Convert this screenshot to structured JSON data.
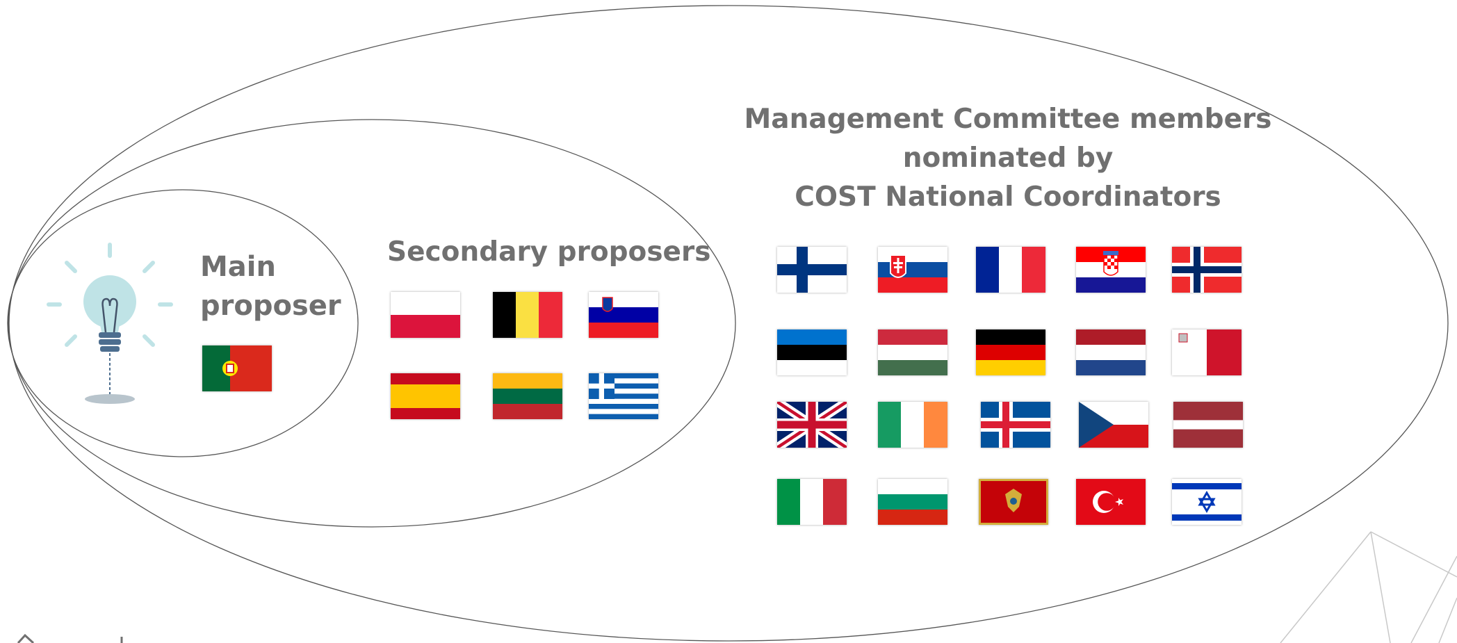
{
  "main_proposer": {
    "title_line1": "Main",
    "title_line2": "proposer",
    "flags": [
      {
        "country": "Portugal",
        "icon": "portugal-flag-icon"
      }
    ]
  },
  "secondary_proposers": {
    "title": "Secondary proposers",
    "flags": [
      {
        "country": "Poland",
        "icon": "poland-flag-icon"
      },
      {
        "country": "Belgium",
        "icon": "belgium-flag-icon"
      },
      {
        "country": "Slovenia",
        "icon": "slovenia-flag-icon"
      },
      {
        "country": "Spain",
        "icon": "spain-flag-icon"
      },
      {
        "country": "Lithuania",
        "icon": "lithuania-flag-icon"
      },
      {
        "country": "Greece",
        "icon": "greece-flag-icon"
      }
    ]
  },
  "management_committee": {
    "title_line1": "Management Committee members",
    "title_line2": "nominated by",
    "title_line3": "COST National Coordinators",
    "flags": [
      {
        "country": "Finland",
        "icon": "finland-flag-icon"
      },
      {
        "country": "Slovakia",
        "icon": "slovakia-flag-icon"
      },
      {
        "country": "France",
        "icon": "france-flag-icon"
      },
      {
        "country": "Croatia",
        "icon": "croatia-flag-icon"
      },
      {
        "country": "Norway",
        "icon": "norway-flag-icon"
      },
      {
        "country": "Estonia",
        "icon": "estonia-flag-icon"
      },
      {
        "country": "Hungary",
        "icon": "hungary-flag-icon"
      },
      {
        "country": "Germany",
        "icon": "germany-flag-icon"
      },
      {
        "country": "Netherlands",
        "icon": "netherlands-flag-icon"
      },
      {
        "country": "Malta",
        "icon": "malta-flag-icon"
      },
      {
        "country": "United Kingdom",
        "icon": "united-kingdom-flag-icon"
      },
      {
        "country": "Ireland",
        "icon": "ireland-flag-icon"
      },
      {
        "country": "Iceland",
        "icon": "iceland-flag-icon"
      },
      {
        "country": "Czech Republic",
        "icon": "czech-flag-icon"
      },
      {
        "country": "Latvia",
        "icon": "latvia-flag-icon"
      },
      {
        "country": "Italy",
        "icon": "italy-flag-icon"
      },
      {
        "country": "Bulgaria",
        "icon": "bulgaria-flag-icon"
      },
      {
        "country": "Montenegro",
        "icon": "montenegro-flag-icon"
      },
      {
        "country": "Turkey",
        "icon": "turkey-flag-icon"
      },
      {
        "country": "Israel",
        "icon": "israel-flag-icon"
      }
    ]
  },
  "colors": {
    "text": "#707070",
    "outline": "#555555",
    "bulb": "#bfe3e6",
    "bulb_base": "#4d6e8f"
  }
}
